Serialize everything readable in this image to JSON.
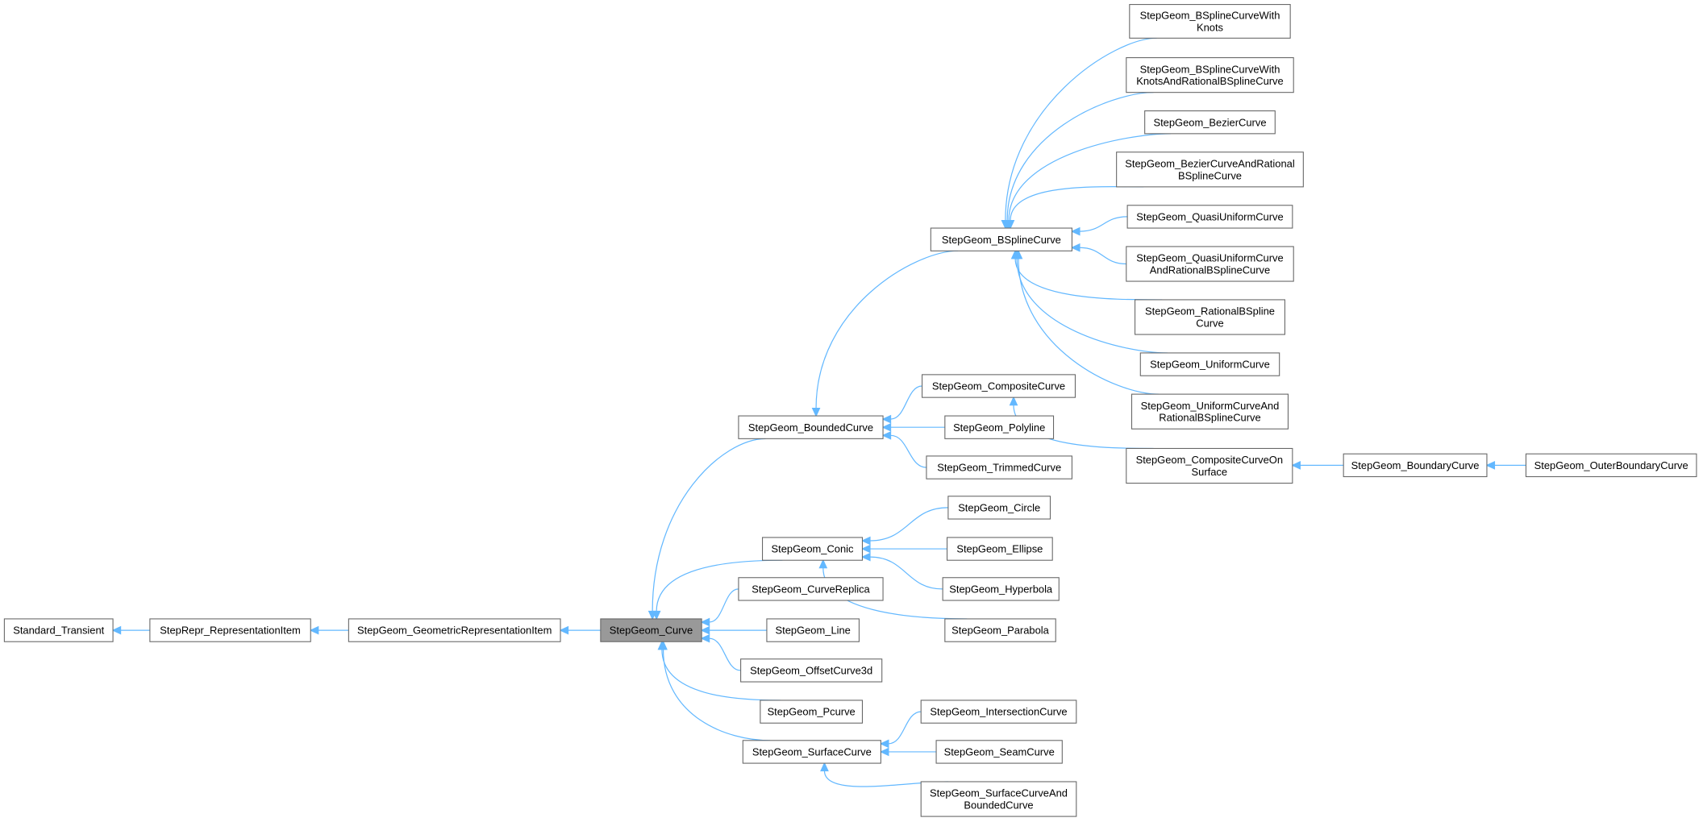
{
  "title": "StepGeom_Curve inheritance graph",
  "current_node": "curve",
  "colors": {
    "edge": "#63b8ff",
    "current_fill": "#999999",
    "border": "#666666"
  },
  "nodes": {
    "transient": [
      "Standard_Transient"
    ],
    "repritem": [
      "StepRepr_RepresentationItem"
    ],
    "geomrep": [
      "StepGeom_GeometricRepresentationItem"
    ],
    "curve": [
      "StepGeom_Curve"
    ],
    "bounded": [
      "StepGeom_BoundedCurve"
    ],
    "conic": [
      "StepGeom_Conic"
    ],
    "replica": [
      "StepGeom_CurveReplica"
    ],
    "line": [
      "StepGeom_Line"
    ],
    "offset": [
      "StepGeom_OffsetCurve3d"
    ],
    "pcurve": [
      "StepGeom_Pcurve"
    ],
    "surfcurve": [
      "StepGeom_SurfaceCurve"
    ],
    "bspline": [
      "StepGeom_BSplineCurve"
    ],
    "composite": [
      "StepGeom_CompositeCurve"
    ],
    "polyline": [
      "StepGeom_Polyline"
    ],
    "trimmed": [
      "StepGeom_TrimmedCurve"
    ],
    "circle": [
      "StepGeom_Circle"
    ],
    "ellipse": [
      "StepGeom_Ellipse"
    ],
    "hyperbola": [
      "StepGeom_Hyperbola"
    ],
    "parabola": [
      "StepGeom_Parabola"
    ],
    "intersection": [
      "StepGeom_IntersectionCurve"
    ],
    "seam": [
      "StepGeom_SeamCurve"
    ],
    "surfbounded": [
      "StepGeom_SurfaceCurveAnd",
      "BoundedCurve"
    ],
    "withknots": [
      "StepGeom_BSplineCurveWith",
      "Knots"
    ],
    "withknotsrat": [
      "StepGeom_BSplineCurveWith",
      "KnotsAndRationalBSplineCurve"
    ],
    "bezier": [
      "StepGeom_BezierCurve"
    ],
    "bezierrat": [
      "StepGeom_BezierCurveAndRational",
      "BSplineCurve"
    ],
    "quasi": [
      "StepGeom_QuasiUniformCurve"
    ],
    "quasirat": [
      "StepGeom_QuasiUniformCurve",
      "AndRationalBSplineCurve"
    ],
    "rational": [
      "StepGeom_RationalBSpline",
      "Curve"
    ],
    "uniform": [
      "StepGeom_UniformCurve"
    ],
    "uniformrat": [
      "StepGeom_UniformCurveAnd",
      "RationalBSplineCurve"
    ],
    "compsurf": [
      "StepGeom_CompositeCurveOn",
      "Surface"
    ],
    "boundary": [
      "StepGeom_BoundaryCurve"
    ],
    "outer": [
      "StepGeom_OuterBoundaryCurve"
    ]
  },
  "edges": [
    [
      "repritem",
      "transient"
    ],
    [
      "geomrep",
      "repritem"
    ],
    [
      "curve",
      "geomrep"
    ],
    [
      "bounded",
      "curve"
    ],
    [
      "conic",
      "curve"
    ],
    [
      "replica",
      "curve"
    ],
    [
      "line",
      "curve"
    ],
    [
      "offset",
      "curve"
    ],
    [
      "pcurve",
      "curve"
    ],
    [
      "surfcurve",
      "curve"
    ],
    [
      "bspline",
      "bounded"
    ],
    [
      "composite",
      "bounded"
    ],
    [
      "polyline",
      "bounded"
    ],
    [
      "trimmed",
      "bounded"
    ],
    [
      "circle",
      "conic"
    ],
    [
      "ellipse",
      "conic"
    ],
    [
      "hyperbola",
      "conic"
    ],
    [
      "parabola",
      "conic"
    ],
    [
      "intersection",
      "surfcurve"
    ],
    [
      "seam",
      "surfcurve"
    ],
    [
      "surfbounded",
      "surfcurve"
    ],
    [
      "withknots",
      "bspline"
    ],
    [
      "withknotsrat",
      "bspline"
    ],
    [
      "bezier",
      "bspline"
    ],
    [
      "bezierrat",
      "bspline"
    ],
    [
      "quasi",
      "bspline"
    ],
    [
      "quasirat",
      "bspline"
    ],
    [
      "rational",
      "bspline"
    ],
    [
      "uniform",
      "bspline"
    ],
    [
      "uniformrat",
      "bspline"
    ],
    [
      "compsurf",
      "composite"
    ],
    [
      "boundary",
      "compsurf"
    ],
    [
      "outer",
      "boundary"
    ]
  ]
}
